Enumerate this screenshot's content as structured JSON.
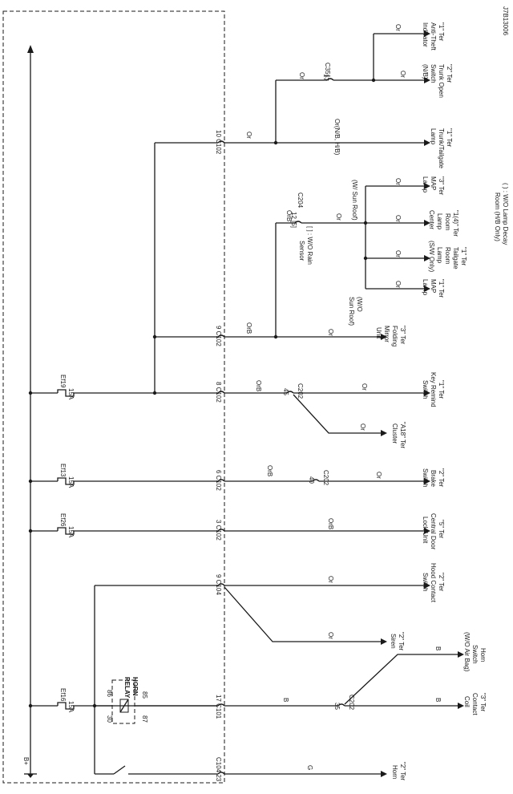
{
  "diagram_id": "J7B13006",
  "power_label": "B+",
  "fuses": {
    "ef19": {
      "name": "Ef19",
      "rating": "15A"
    },
    "ef13": {
      "name": "Ef13",
      "rating": "15A"
    },
    "ef26": {
      "name": "Ef26",
      "rating": "15A"
    },
    "ef16": {
      "name": "Ef16",
      "rating": "15A"
    }
  },
  "relay": {
    "title_1": "HORN",
    "title_2": "RELAY",
    "pin_86": "86",
    "pin_85": "85",
    "pin_30": "30",
    "pin_87": "87"
  },
  "connectors": {
    "c102_10": "10 C102",
    "c102_9": "9 C102",
    "c102_8": "8 C102",
    "c102_6": "6 C102",
    "c102_3": "3 C102",
    "c104_9": "9 C104",
    "c101_17": "17 C101",
    "c104_23": "C104 23",
    "c351": "C351",
    "c351_pin": "17",
    "c204": "C204",
    "c204_pin": "12 [5]",
    "c202_45": "45",
    "c202_45_name": "C202",
    "c202_40": "40",
    "c202_40_name": "C202",
    "c202_35": "35",
    "c202_35_name": "C202"
  },
  "wires": {
    "or": "Or",
    "orb": "OrB",
    "b": "B",
    "g": "G",
    "or_nb_hb": "Or(N/B, H/B)",
    "w_sun_roof": "(W/ Sun Roof)",
    "wo_sun_roof_1": "(W/O",
    "wo_sun_roof_2": "Sun Roof)"
  },
  "notes": {
    "rain_sensor_1": "[ ] : W/O Rain",
    "rain_sensor_2": "Sensor",
    "lamp_decay_1": "( ) : W/O Lamp Decay",
    "lamp_decay_2": "Room (H/B Only)"
  },
  "components": {
    "anti_theft": [
      "\"1\" Ter",
      "Anti-Theft",
      "Indicator"
    ],
    "trunk_open": [
      "\"2\" Ter",
      "Trunk Open",
      "Switch",
      "(N/B)"
    ],
    "trunk_lamp": [
      "\"1\" Ter",
      "Trunk/Tailgate",
      "Lamp"
    ],
    "map_lamp_3": [
      "\"3\" Ter",
      "MAP",
      "Lamp"
    ],
    "room_lamp_center": [
      "\"1(4)\" Ter",
      "Room",
      "Lamp",
      "Center"
    ],
    "tailgate_room_lamp": [
      "\"1\" Ter",
      "Tailgate",
      "Room",
      "Lamp",
      "(S/W Only)"
    ],
    "map_lamp_1": [
      "\"1\" Ter",
      "MAP",
      "Lamp"
    ],
    "folding_mirror": [
      "\"3\" Ter",
      "Folding",
      "Mirror",
      "Unit"
    ],
    "key_remind": [
      "\"1\" Ter",
      "Key Remind",
      "Switch"
    ],
    "cluster": [
      "\"A18\" Ter",
      "Cluster"
    ],
    "brake_switch": [
      "\"2\" Ter",
      "Brake",
      "Switch"
    ],
    "central_door_lock": [
      "\"5\" Ter",
      "Central Door",
      "Lock Unit"
    ],
    "hood_contact": [
      "\"2\" Ter",
      "Hood Contact",
      "Switch"
    ],
    "siren": [
      "\"2\" Ter",
      "Siren"
    ],
    "horn_switch": [
      "Horn",
      "Switch",
      "(W/O Air Bag)"
    ],
    "contact_coil": [
      "\"3\" Ter",
      "Contact",
      "Coil"
    ],
    "horn": [
      "\"2\" Ter",
      "Horn"
    ]
  }
}
